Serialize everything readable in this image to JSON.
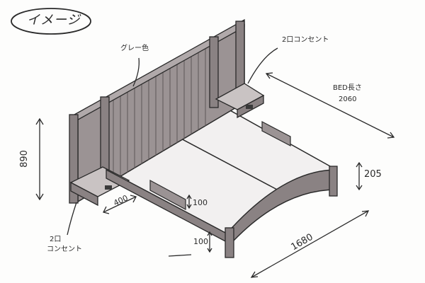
{
  "title": "イメージ",
  "labels": {
    "color_note": "グレー色",
    "outlet_right": "2口コンセント",
    "outlet_left_1": "2口",
    "outlet_left_2": "コンセント",
    "bed_length_label": "BED長さ",
    "bed_length_value": "2060",
    "height_headboard": "890",
    "height_footboard": "205",
    "shelf_depth": "400",
    "rail_height": "100",
    "leg_height": "100",
    "bed_width": "1680"
  },
  "colors": {
    "ink": "#2a2a2a",
    "wood_dark": "#8a8283",
    "wood_mid": "#a39b9c",
    "wood_light": "#c9c3c3"
  }
}
